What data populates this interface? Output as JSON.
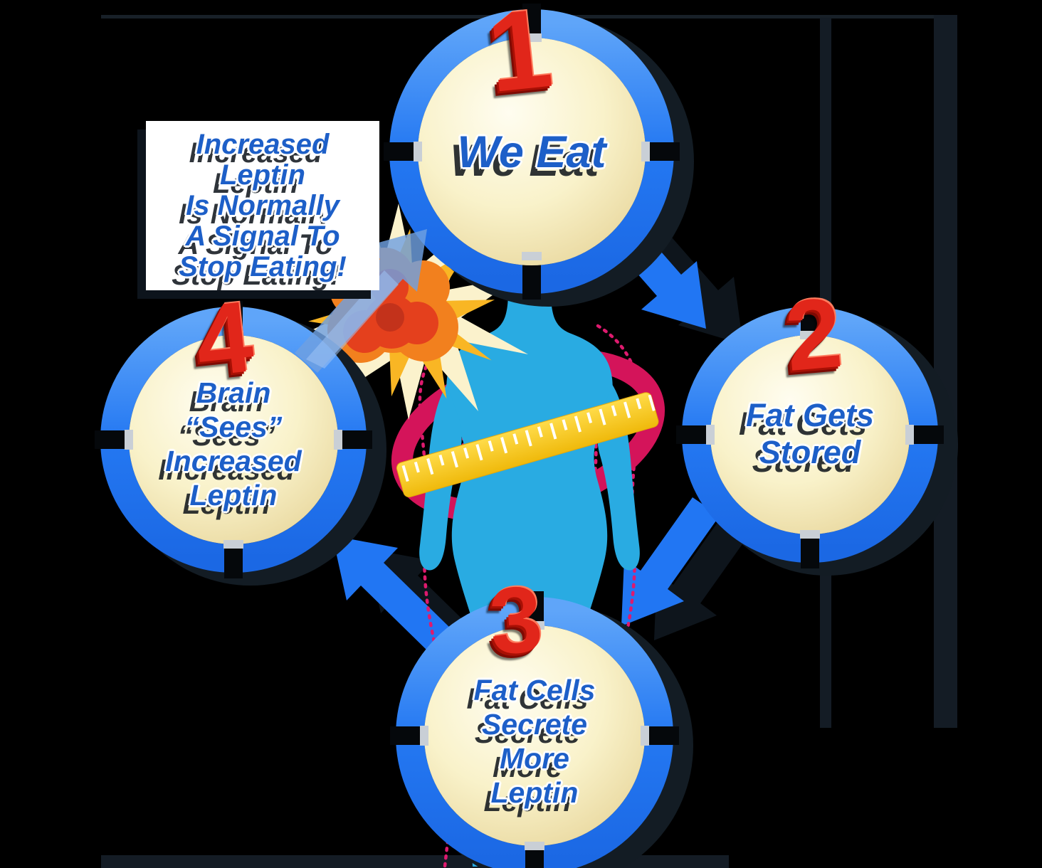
{
  "title": "Leptin feedback cycle diagram",
  "callout": {
    "lines": [
      "Increased",
      "Leptin",
      "Is Normally",
      "A Signal To",
      "Stop Eating!"
    ]
  },
  "steps": [
    {
      "number": "1",
      "label_lines": [
        "We Eat"
      ]
    },
    {
      "number": "2",
      "label_lines": [
        "Fat Gets",
        "Stored"
      ]
    },
    {
      "number": "3",
      "label_lines": [
        "Fat Cells",
        "Secrete",
        "More",
        "Leptin"
      ]
    },
    {
      "number": "4",
      "label_lines": [
        "Brain",
        "“Sees”",
        "Increased",
        "Leptin"
      ]
    }
  ],
  "colors": {
    "background": "#000000",
    "shadow_navy": "#141C25",
    "ring_blue": "#2176F3",
    "ring_blue_light": "#5FA5F9",
    "cream": "#F8EFC0",
    "label_blue": "#1D5FC8",
    "number_red": "#E1261A",
    "arrow_blue": "#2176F3",
    "explosion_arrow_blue": "#6FA0E0",
    "body_cyan": "#29ABE2",
    "tape_yellow": "#F6C113",
    "tape_ticks": "#FFFFFF",
    "ribbon_crimson": "#D4145A",
    "dotted_outline_pink": "#DE1A6E",
    "burst_pale": "#FBF2CC",
    "burst_gold": "#F9B624",
    "burst_orange": "#F2801E",
    "burst_red": "#E4401D",
    "notch_gray": "#C9CFD6",
    "callout_box": "#FFFFFF"
  }
}
